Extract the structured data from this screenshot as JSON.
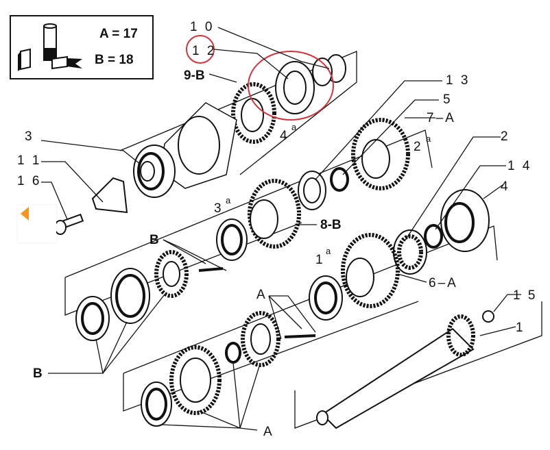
{
  "legend": {
    "a": "A = 17",
    "b": "B = 18",
    "icon": "sealant-tube-icon"
  },
  "labels": [
    "1 0",
    "1 2",
    "9-B",
    "3",
    "1 1",
    "1 6",
    "4",
    "a",
    "1 3",
    "5",
    "7–A",
    "2",
    "a",
    "2",
    "1 4",
    "4",
    "3",
    "a",
    "8-B",
    "B",
    "1",
    "a",
    "6–A",
    "A",
    "1 5",
    "1",
    "B",
    "A"
  ],
  "highlight_color": "#d0343a",
  "nav": {
    "icon": "chevron-left-icon",
    "color": "#f7941d"
  }
}
